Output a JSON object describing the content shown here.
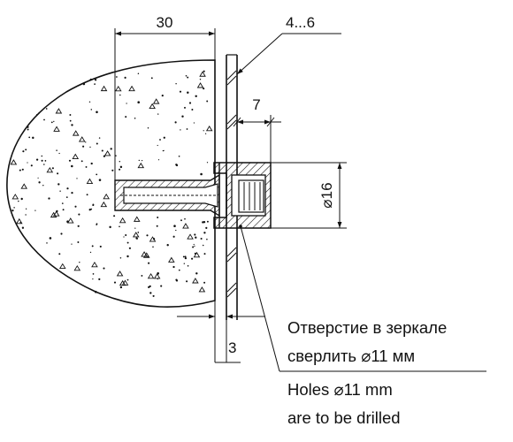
{
  "dimensions": {
    "depth": "30",
    "glass_thickness": "4...6",
    "sleeve_width": "7",
    "outer_diameter": "⌀16",
    "gap": "3"
  },
  "notes": {
    "ru_line1": "Отверстие в зеркале",
    "ru_line2": "сверлить ⌀11 мм",
    "en_line1": "Holes ⌀11 mm",
    "en_line2": "are to be drilled"
  }
}
